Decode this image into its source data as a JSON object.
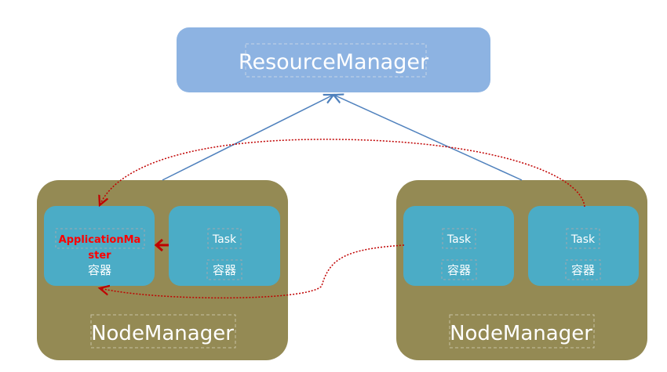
{
  "colors": {
    "resource_manager": "#8db3e2",
    "node_manager": "#948a54",
    "container": "#4bacc6",
    "blue_line": "#4f81bd",
    "red_arrow": "#c00000",
    "app_master_text": "#ff0000"
  },
  "resource_manager": {
    "label": "ResourceManager"
  },
  "node_managers": [
    {
      "label": "NodeManager",
      "containers": [
        {
          "title_line1": "ApplicationMa",
          "title_line2": "ster",
          "label": "容器"
        },
        {
          "title": "Task",
          "label": "容器"
        }
      ]
    },
    {
      "label": "NodeManager",
      "containers": [
        {
          "title": "Task",
          "label": "容器"
        },
        {
          "title": "Task",
          "label": "容器"
        }
      ]
    }
  ]
}
